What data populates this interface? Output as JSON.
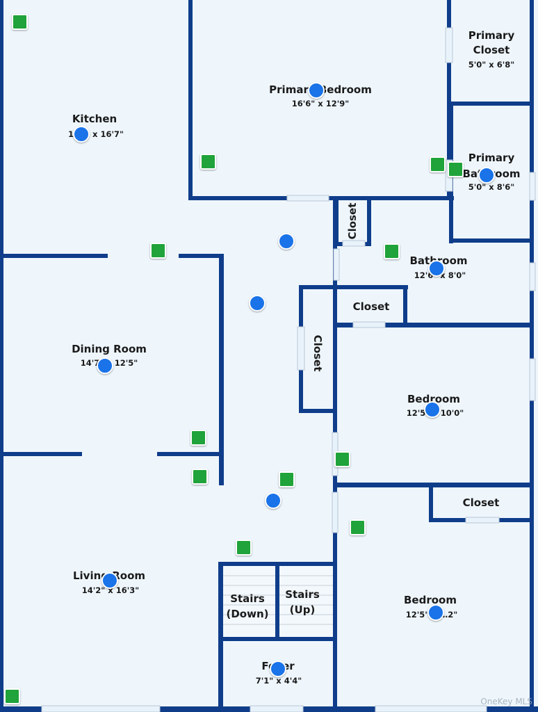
{
  "colors": {
    "wall": "#0f3d8a",
    "floor": "#eef6fc",
    "photo_marker": "#1a73e8",
    "view_marker": "#1fa33a"
  },
  "rooms": {
    "kitchen": {
      "name": "Kitchen",
      "dim": "12'… x 16'7\""
    },
    "primary_bedroom": {
      "name": "Primary Bedroom",
      "dim": "16'6\" x 12'9\""
    },
    "primary_closet": {
      "name_line1": "Primary",
      "name_line2": "Closet",
      "dim": "5'0\" x 6'8\""
    },
    "primary_bathroom": {
      "name_line1": "Primary",
      "name_line2": "Bathroom",
      "dim": "5'0\" x 8'6\""
    },
    "hall_closet_a": {
      "name": "Closet"
    },
    "bathroom": {
      "name": "Bathroom",
      "dim": "12'6\" x 8'0\""
    },
    "closet_bath": {
      "name": "Closet"
    },
    "hall_closet_b": {
      "name": "Closet"
    },
    "dining_room": {
      "name": "Dining Room",
      "dim": "14'7\" x 12'5\""
    },
    "bedroom_1": {
      "name": "Bedroom",
      "dim": "12'5\" x 10'0\""
    },
    "bedroom_2_closet": {
      "name": "Closet"
    },
    "living_room": {
      "name": "Living Room",
      "dim": "14'2\" x 16'3\""
    },
    "stairs_down": {
      "line1": "Stairs",
      "line2": "(Down)"
    },
    "stairs_up": {
      "line1": "Stairs",
      "line2": "(Up)"
    },
    "bedroom_2": {
      "name": "Bedroom",
      "dim": "12'5\" x …2\""
    },
    "foyer": {
      "name": "Foyer",
      "dim": "7'1\" x 4'4\""
    }
  },
  "watermark": "OneKey MLS"
}
